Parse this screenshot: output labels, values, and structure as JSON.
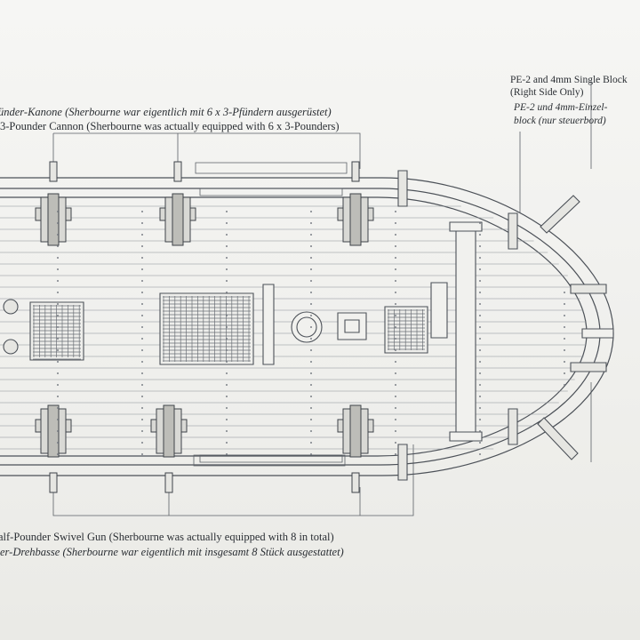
{
  "labels": {
    "top_de": "ünder-Kanone (Sherbourne war eigentlich mit 6 x 3-Pfündern ausgerüstet)",
    "top_en": "3-Pounder Cannon (Sherbourne was actually equipped with 6 x 3-Pounders)",
    "right_en_1": "PE-2 and 4mm Single Block",
    "right_en_2": "(Right Side Only)",
    "right_de_1": "PE-2 und 4mm-Einzel-",
    "right_de_2": "block (nur steuerbord)",
    "bottom_en": "alf-Pounder Swivel Gun (Sherbourne was actually equipped with 8 in total)",
    "bottom_de": "er-Drehbasse (Sherbourne war eigentlich mit insgesamt 8 Stück ausgestattet)"
  },
  "colors": {
    "paper": "#f3f3f1",
    "ink": "#2a2e33",
    "line": "#5a5f66",
    "grating": "#6a6f76"
  }
}
